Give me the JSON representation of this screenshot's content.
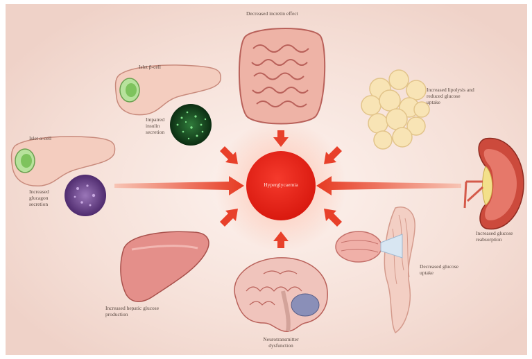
{
  "center": {
    "label": "Hyperglycaemia",
    "color": "#e8241c"
  },
  "labels": {
    "gut": "Decreased incretin effect",
    "beta_cell": "Islet β-cell",
    "insulin": "Impaired insulin secretion",
    "alpha_cell": "Islet α-cell",
    "glucagon": "Increased glucagon secretion",
    "fat": "Increased lipolysis and reduced glucose uptake",
    "kidney": "Increased glucose reabsorption",
    "muscle": "Decreased glucose uptake",
    "liver": "Increased hepatic glucose production",
    "brain": "Neurotransmitter dysfunction"
  },
  "colors": {
    "background": "#f7e6df",
    "arrow": "#e8402a",
    "organ_pink": "#e9a79e",
    "organ_outline": "#b9615a",
    "fat": "#f5deaa",
    "kidney": "#cc4a3c",
    "insulin_cell": "#1f5a2a",
    "glucagon_cell": "#6a3f8e"
  }
}
